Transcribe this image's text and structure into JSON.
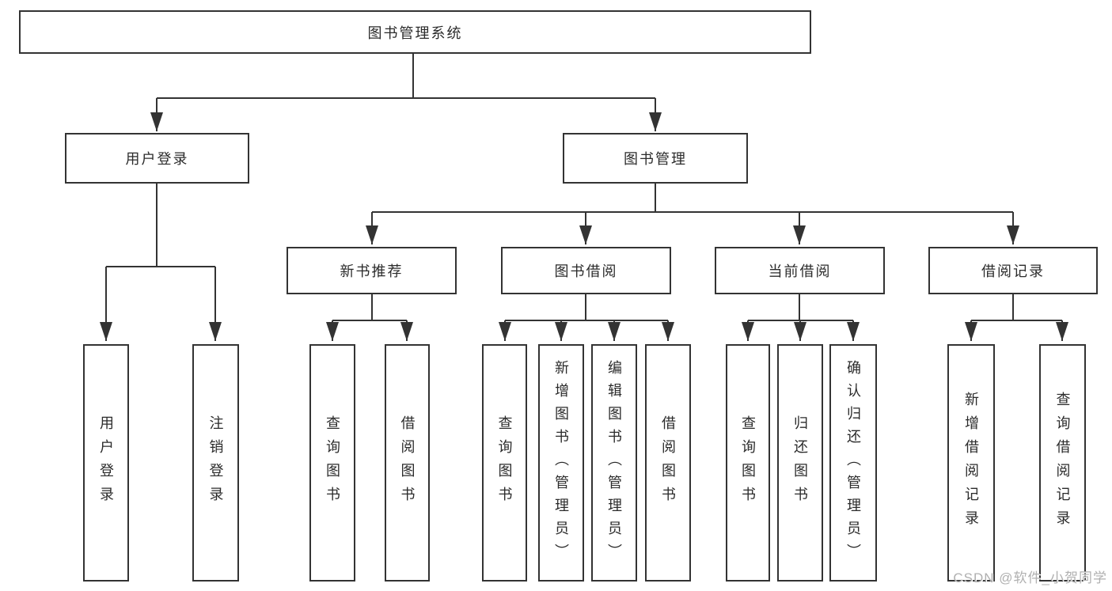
{
  "diagram": {
    "title": "图书管理系统",
    "branches": [
      {
        "label": "用户登录",
        "children": [
          {
            "label": "用户登录"
          },
          {
            "label": "注销登录"
          }
        ]
      },
      {
        "label": "图书管理",
        "children": [
          {
            "label": "新书推荐",
            "children": [
              {
                "label": "查询图书"
              },
              {
                "label": "借阅图书"
              }
            ]
          },
          {
            "label": "图书借阅",
            "children": [
              {
                "label": "查询图书"
              },
              {
                "label": "新增图书（管理员）"
              },
              {
                "label": "编辑图书（管理员）"
              },
              {
                "label": "借阅图书"
              }
            ]
          },
          {
            "label": "当前借阅",
            "children": [
              {
                "label": "查询图书"
              },
              {
                "label": "归还图书"
              },
              {
                "label": "确认归还（管理员）"
              }
            ]
          },
          {
            "label": "借阅记录",
            "children": [
              {
                "label": "新增借阅记录"
              },
              {
                "label": "查询借阅记录"
              }
            ]
          }
        ]
      }
    ]
  },
  "watermark": {
    "text": "CSDN @软件_小贺同学"
  },
  "colors": {
    "line": "#333333",
    "box_border": "#333333",
    "box_background": "#ffffff",
    "text": "#2b2b2b",
    "watermark": "#b0b0b0"
  }
}
